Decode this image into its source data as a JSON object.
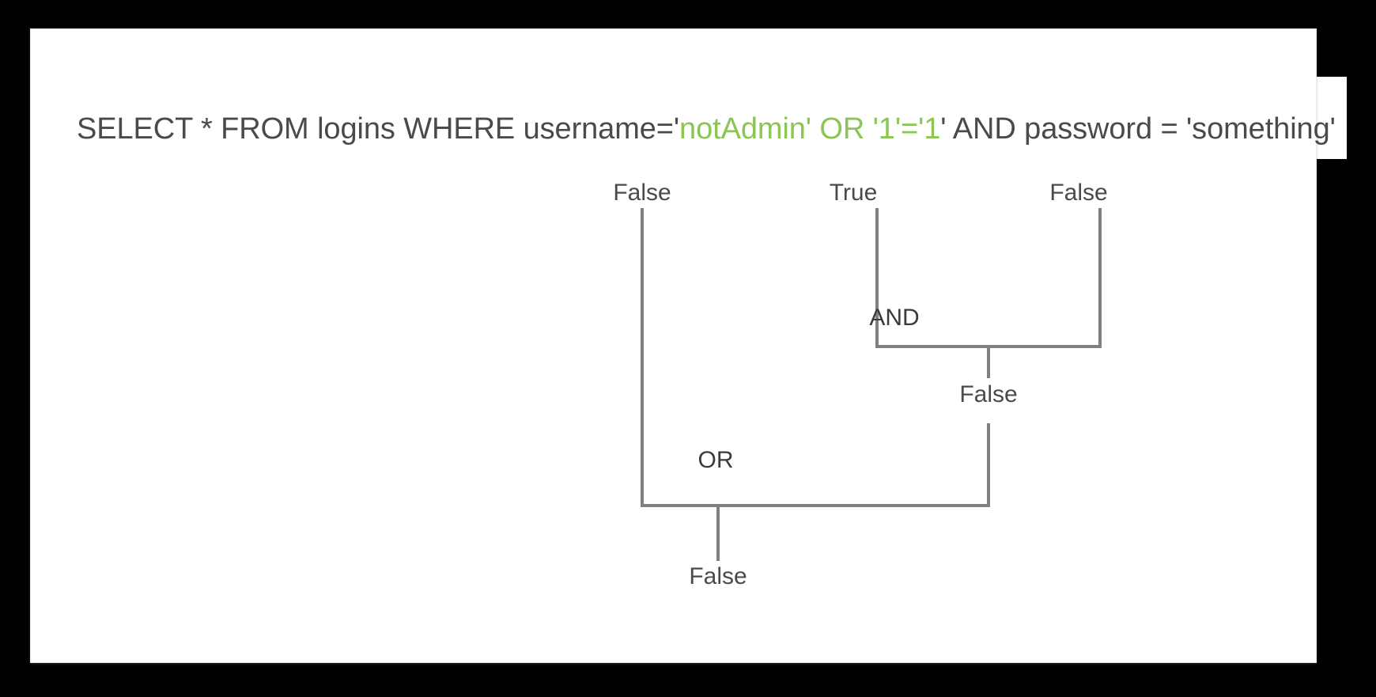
{
  "slide": {
    "background_color": "#ffffff",
    "canvas_color": "#000000",
    "accent_color": "#8cc552",
    "text_color": "#4a4a4a",
    "line_color": "#808080"
  },
  "sql": {
    "prefix": "SELECT * FROM logins WHERE username='",
    "injection": "notAdmin' OR '1'='1",
    "suffix": "' AND password = 'something'",
    "full_statement": "SELECT * FROM logins WHERE username='notAdmin' OR '1'='1' AND password = 'something'"
  },
  "tree": {
    "operands": [
      {
        "id": "left",
        "label": "False"
      },
      {
        "id": "mid",
        "label": "True"
      },
      {
        "id": "right",
        "label": "False"
      }
    ],
    "and_operator": {
      "label": "AND",
      "result": "False"
    },
    "or_operator": {
      "label": "OR",
      "result": "False"
    }
  },
  "chart_data": {
    "type": "diagram",
    "title": "Boolean evaluation tree for SQL injection payload",
    "nodes": [
      {
        "id": "n1",
        "label": "False",
        "role": "operand",
        "expression": "username='notAdmin'"
      },
      {
        "id": "n2",
        "label": "True",
        "role": "operand",
        "expression": "'1'='1'"
      },
      {
        "id": "n3",
        "label": "False",
        "role": "operand",
        "expression": "password = 'something'"
      },
      {
        "id": "and",
        "label": "AND",
        "role": "operator",
        "inputs": [
          "n2",
          "n3"
        ],
        "output": "False"
      },
      {
        "id": "and_result",
        "label": "False",
        "role": "result"
      },
      {
        "id": "or",
        "label": "OR",
        "role": "operator",
        "inputs": [
          "n1",
          "and_result"
        ],
        "output": "False"
      },
      {
        "id": "or_result",
        "label": "False",
        "role": "result"
      }
    ]
  }
}
